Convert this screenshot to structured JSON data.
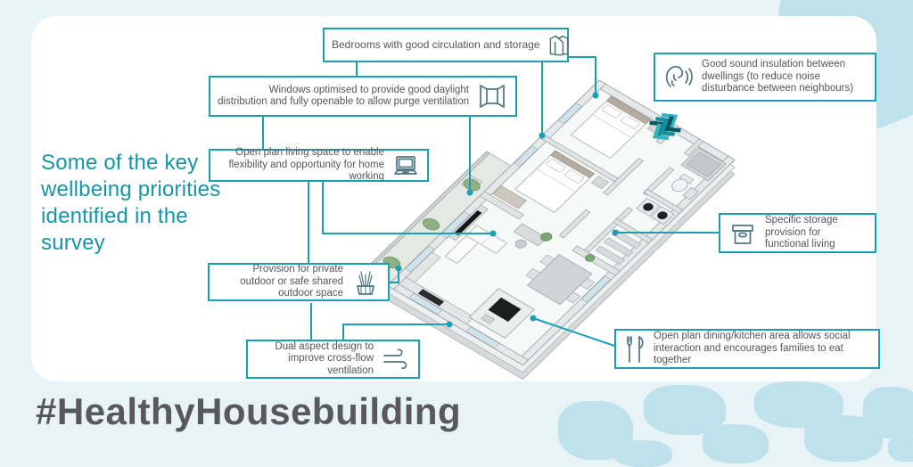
{
  "page": {
    "hashtag": "#HealthyHousebuilding",
    "headline": "Some of the key wellbeing priorities identified in the survey"
  },
  "callouts": [
    {
      "id": "bedrooms",
      "label": "Bedrooms with good circulation and storage",
      "icon": "shirt-icon"
    },
    {
      "id": "sound",
      "label": "Good sound insulation between dwellings (to reduce noise disturbance between neighbours)",
      "icon": "ear-listening-icon"
    },
    {
      "id": "windows",
      "label": "Windows optimised to provide good daylight distribution and fully openable to allow purge ventilation",
      "icon": "open-window-icon"
    },
    {
      "id": "living",
      "label": "Open plan living space to enable flexibility and opportunity for home working",
      "icon": "laptop-icon"
    },
    {
      "id": "storage",
      "label": "Specific storage provision for functional living",
      "icon": "storage-box-icon"
    },
    {
      "id": "outdoor",
      "label": "Provision for private outdoor or safe shared outdoor space",
      "icon": "plant-icon"
    },
    {
      "id": "dual-aspect",
      "label": "Dual aspect design to improve cross-flow ventilation",
      "icon": "wind-icon"
    },
    {
      "id": "dining",
      "label": "Open plan dining/kitchen area allows social interaction and encourages families to eat together",
      "icon": "cutlery-icon"
    }
  ],
  "colors": {
    "accent": "#1BA0B2",
    "headline_teal": "#1795A8",
    "hashtag_gray": "#58595B",
    "card": "#FFFFFF",
    "background": "#E8F3F7",
    "blob_blue": "#BFE1EC",
    "callout_text": "#54565A",
    "chevron_dark": "#0A5560",
    "chevron_mid": "#14909F",
    "chevron_light": "#35B3BF"
  }
}
